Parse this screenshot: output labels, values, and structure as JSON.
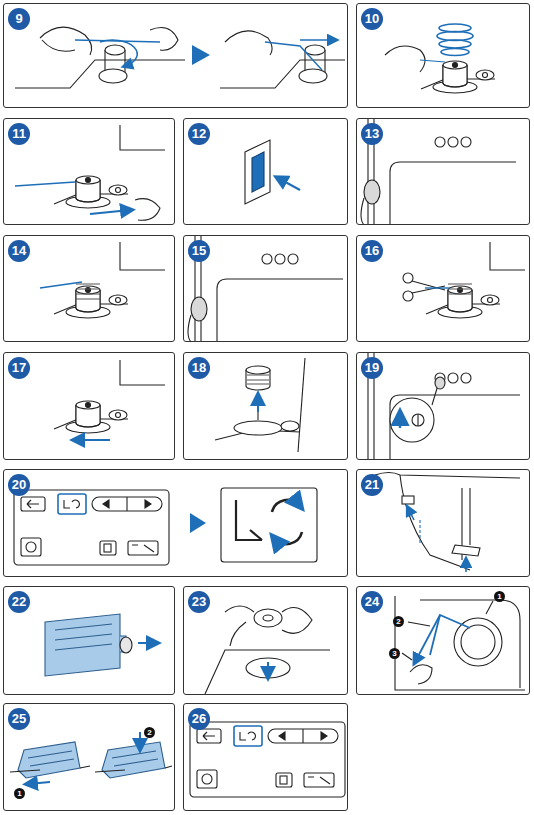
{
  "diagram": {
    "nodes": [
      {
        "text": [
          "9"
        ]
      },
      {
        "text": [
          "10"
        ]
      },
      {
        "text": [
          "11"
        ]
      },
      {
        "text": [
          "12"
        ]
      },
      {
        "text": [
          "13"
        ]
      },
      {
        "text": [
          "14"
        ]
      },
      {
        "text": [
          "15"
        ]
      },
      {
        "text": [
          "16"
        ]
      },
      {
        "text": [
          "17"
        ]
      },
      {
        "text": [
          "18"
        ]
      },
      {
        "text": [
          "19"
        ]
      },
      {
        "text": [
          "20"
        ]
      },
      {
        "text": [
          "21"
        ]
      },
      {
        "text": [
          "22"
        ]
      },
      {
        "text": [
          "23"
        ]
      },
      {
        "text": [
          "24"
        ]
      },
      {
        "text": [
          "25"
        ]
      },
      {
        "text": [
          "26"
        ]
      }
    ],
    "labels": [
      "1",
      "2",
      "3",
      "1",
      "2"
    ]
  }
}
